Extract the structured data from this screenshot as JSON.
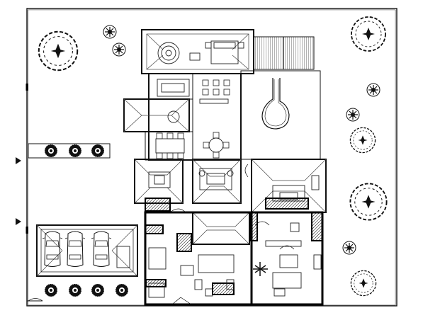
{
  "drawing": {
    "kind": "architectural-floor-plan",
    "ink_color": "#111111",
    "background_color": "#ffffff",
    "room_labels": []
  },
  "icons": {
    "north_arrow_upper": "section-marker-arrow",
    "north_arrow_lower": "section-marker-arrow",
    "tree": "tree-symbol",
    "shrub": "shrub-symbol",
    "car": "car-symbol"
  }
}
